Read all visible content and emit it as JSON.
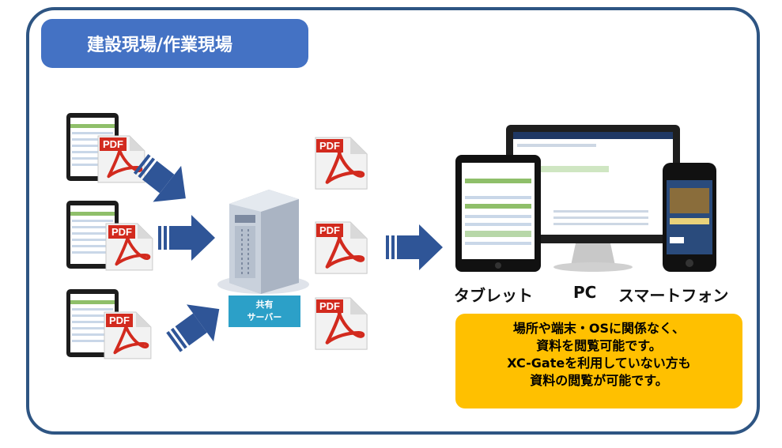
{
  "site_title": "建設現場/作業現場",
  "doc_label": "PDF",
  "server_label": [
    "共有",
    "サーバー"
  ],
  "devices": {
    "tablet": "タブレット",
    "pc": "PC",
    "smartphone": "スマートフォン"
  },
  "info_lines": [
    "場所や端末・OSに関係なく、",
    "資料を閲覧可能です。",
    "XC-Gateを利用していない方も",
    "資料の閲覧が可能です。"
  ],
  "colors": {
    "frame": "#2e5583",
    "banner": "#4472c4",
    "arrow": "#2f5597",
    "pdf_red": "#d22a1e",
    "server_label": "#2ca0c8",
    "info_box": "#ffc000"
  }
}
